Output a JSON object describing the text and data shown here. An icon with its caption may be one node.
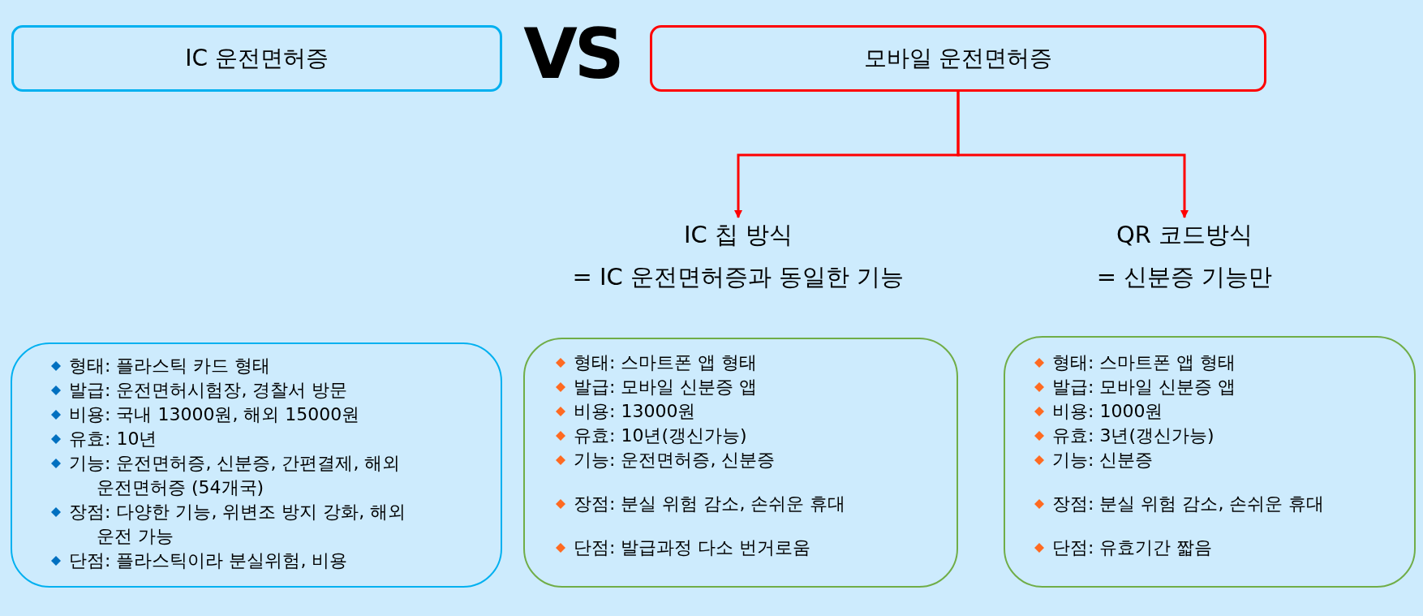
{
  "diagram": {
    "nodes": [
      {
        "text": [
          "IC 운전면허증"
        ]
      },
      {
        "text": [
          "모바일 운전면허증"
        ]
      },
      {
        "text": [
          "IC 칩 방식",
          "= IC 운전면허증과 동일한 기능"
        ]
      },
      {
        "text": [
          "QR 코드방식",
          "= 신분증 기능만"
        ]
      },
      {
        "text": [
          "형태: 플라스틱 카드 형태",
          "발급: 운전면허시험장, 경찰서 방문",
          "비용: 국내 13000원, 해외 15000원",
          "유효: 10년",
          "기능: 운전면허증, 신분증, 간편결제, 해외 운전면허증 (54개국)",
          "장점: 다양한 기능, 위변조 방지 강화, 해외 운전 가능",
          "단점: 플라스틱이라 분실위험, 비용"
        ]
      },
      {
        "text": [
          "형태: 스마트폰 앱 형태",
          "발급: 모바일 신분증 앱",
          "비용: 13000원",
          "유효: 10년(갱신가능)",
          "기능: 운전면허증, 신분증",
          "장점: 분실 위험 감소, 손쉬운 휴대",
          "단점: 발급과정 다소 번거로움"
        ]
      },
      {
        "text": [
          "형태: 스마트폰 앱 형태",
          "발급: 모바일 신분증 앱",
          "비용: 1000원",
          "유효: 3년(갱신가능)",
          "기능: 신분증",
          "장점: 분실 위험 감소, 손쉬운 휴대",
          "단점: 유효기간 짧음"
        ]
      }
    ],
    "edges": [
      {
        "from": 1,
        "to": 2,
        "arrow": "to"
      },
      {
        "from": 1,
        "to": 3,
        "arrow": "to"
      }
    ],
    "labels": [
      "VS"
    ]
  }
}
